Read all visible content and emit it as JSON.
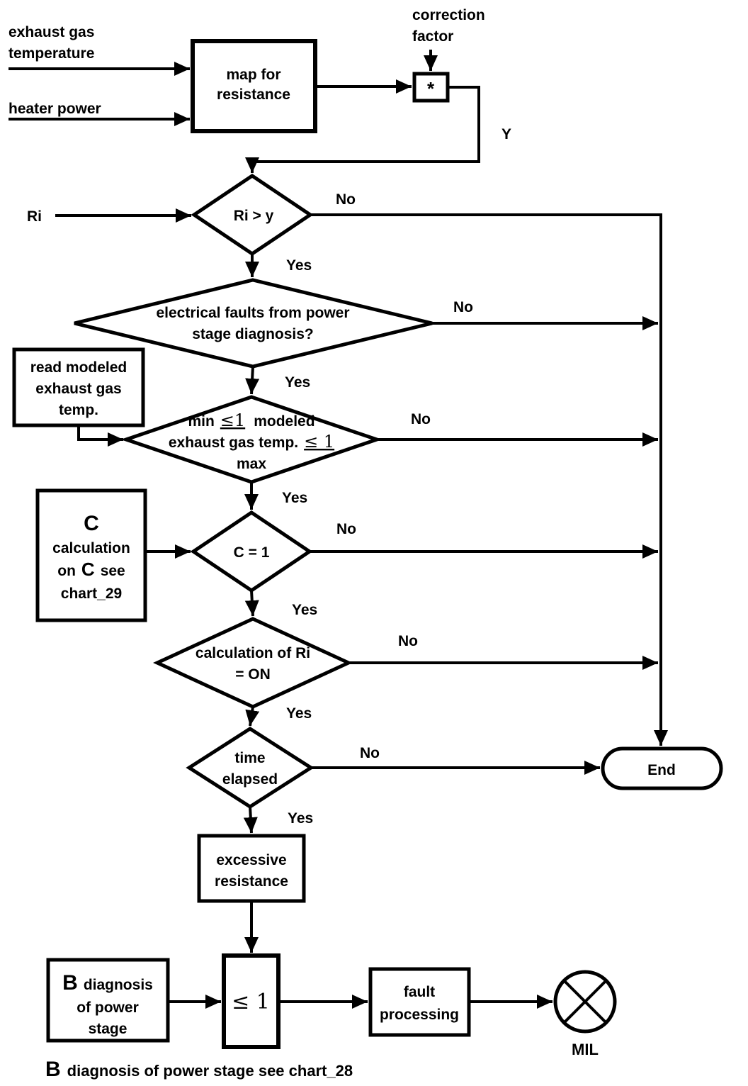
{
  "diagram": {
    "colors": {
      "ink": "#000000",
      "background": "#ffffff"
    },
    "inputs": {
      "exhaust_l1": "exhaust gas",
      "exhaust_l2": "temperature",
      "heater": "heater power",
      "correction_l1": "correction",
      "correction_l2": "factor",
      "ri": "Ri"
    },
    "nodes": {
      "map_box": {
        "l1": "map for",
        "l2": "resistance"
      },
      "multiply": "*",
      "ri_gt_y": "Ri > y",
      "elec_faults": {
        "l1": "electrical faults from power",
        "l2": "stage diagnosis?"
      },
      "read_modeled": {
        "l1": "read modeled",
        "l2": "exhaust gas",
        "l3": "temp."
      },
      "minmax": {
        "l1a": "min",
        "l1b": "≤1",
        "l1c": "modeled",
        "l2a": "exhaust gas temp.",
        "l2b": "≤ 1",
        "l3": "max"
      },
      "c_box": {
        "l1": "C",
        "l2": "calculation",
        "l3a": "on",
        "l3b": "C",
        "l3c": "see",
        "l4": "chart_29"
      },
      "c_eq_1": "C = 1",
      "ri_calc": {
        "l1": "calculation of Ri",
        "l2": "= ON"
      },
      "time_elapsed": {
        "l1": "time",
        "l2": "elapsed"
      },
      "end": "End",
      "excessive": {
        "l1": "excessive",
        "l2": "resistance"
      },
      "b_box": {
        "l1a": "B",
        "l1b": "diagnosis",
        "l2": "of power",
        "l3": "stage"
      },
      "le1": "≤ 1",
      "fault": {
        "l1": "fault",
        "l2": "processing"
      },
      "mil": "MIL"
    },
    "edge_labels": {
      "y": "Y",
      "no": "No",
      "yes": "Yes"
    },
    "caption": {
      "b": "B",
      "text": "diagnosis of power stage see chart_28"
    }
  }
}
